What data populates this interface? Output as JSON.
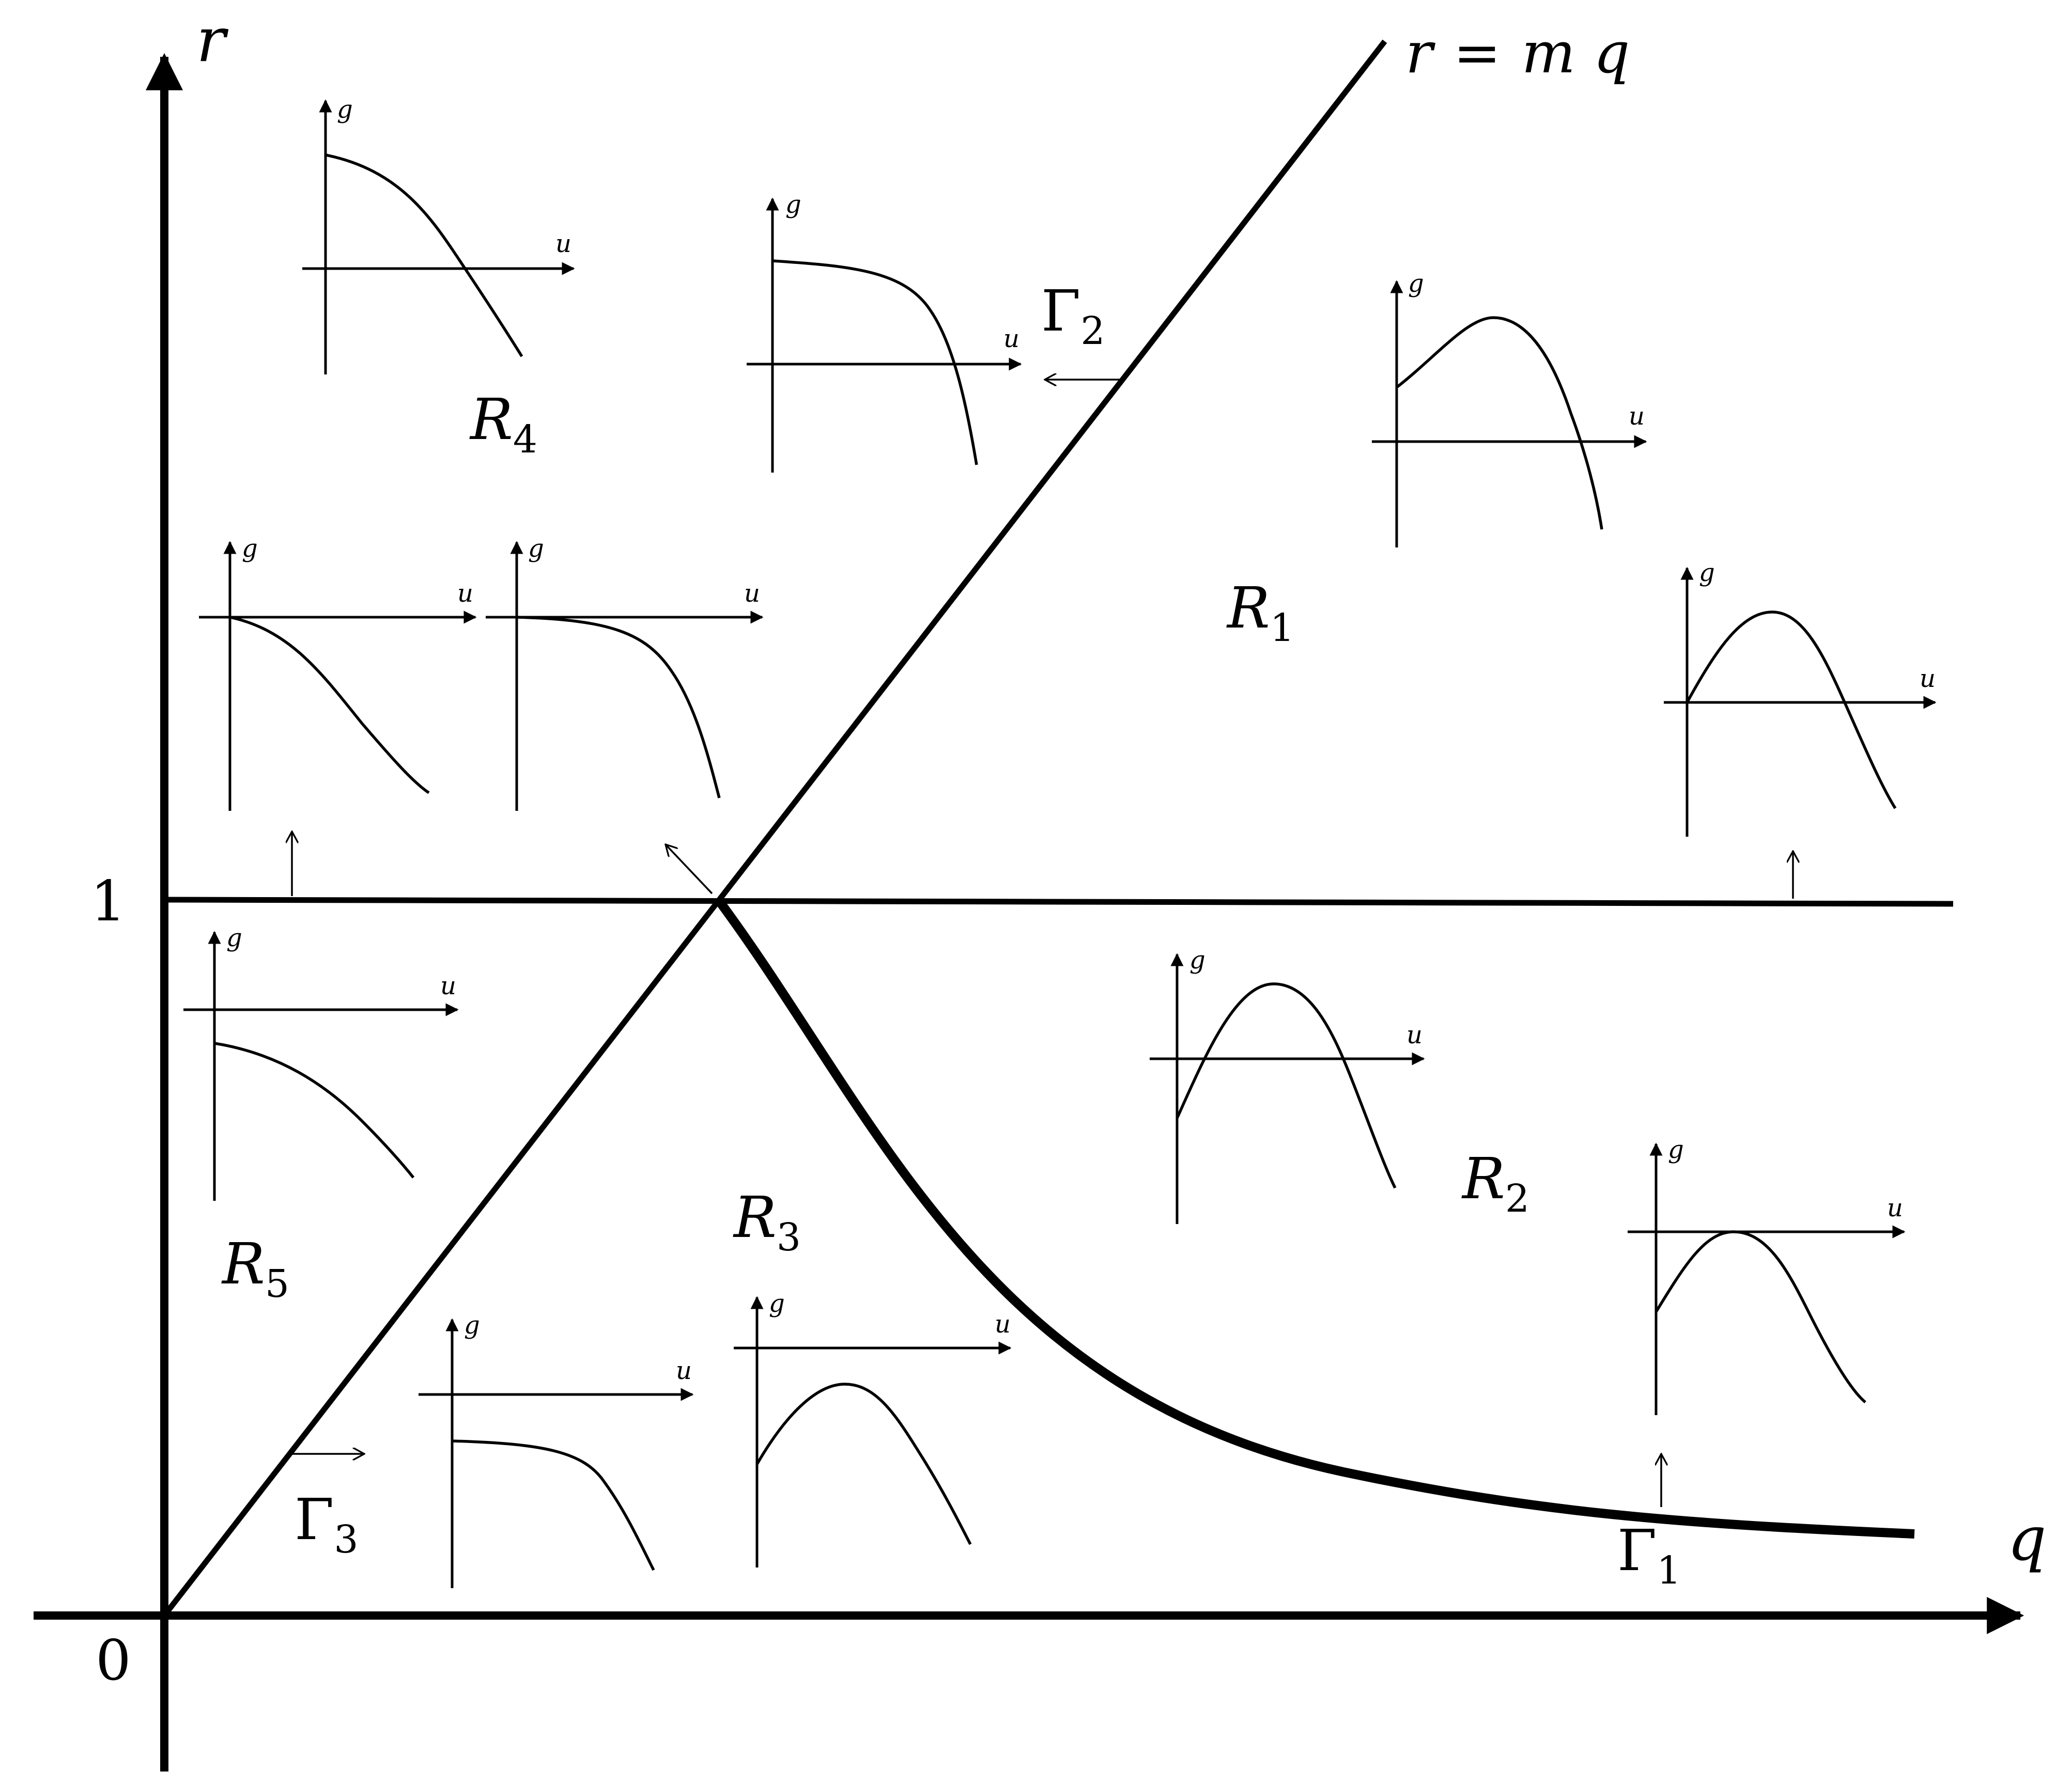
{
  "main_axes": {
    "x_label": "q",
    "y_label": "r",
    "origin_label": "0",
    "one_label": "1"
  },
  "line_label": {
    "lhs": "r",
    "equals": "=",
    "rhs": "m q"
  },
  "regions": [
    {
      "base": "R",
      "sub": "1"
    },
    {
      "base": "R",
      "sub": "2"
    },
    {
      "base": "R",
      "sub": "3"
    },
    {
      "base": "R",
      "sub": "4"
    },
    {
      "base": "R",
      "sub": "5"
    }
  ],
  "boundaries": [
    {
      "base": "Γ",
      "sub": "1"
    },
    {
      "base": "Γ",
      "sub": "2"
    },
    {
      "base": "Γ",
      "sub": "3"
    }
  ],
  "inset_labels": {
    "x": "u",
    "y": "g"
  },
  "insets": [
    {
      "id": "r4-top"
    },
    {
      "id": "gamma2-top"
    },
    {
      "id": "r1-upper"
    },
    {
      "id": "r1-right"
    },
    {
      "id": "r4-left-a"
    },
    {
      "id": "r4-left-b"
    },
    {
      "id": "r5"
    },
    {
      "id": "r2-upper"
    },
    {
      "id": "r2-right"
    },
    {
      "id": "r3-left"
    },
    {
      "id": "r3-right"
    }
  ]
}
